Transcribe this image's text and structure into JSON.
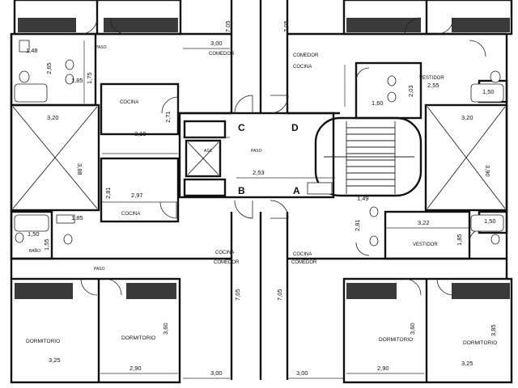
{
  "plan": {
    "points": {
      "a": "A",
      "b": "B",
      "c": "C",
      "d": "D"
    },
    "rooms": {
      "paso_top": "PASO",
      "comedor_tl": "COMEDOR",
      "comedor_tr": "COMEDOR",
      "cocina_tr": "COCINA",
      "cocina_l1": "COCINA",
      "cocina_l2": "COCINA",
      "vestidor_r1": "VESTIDOR",
      "vestidor_r2": "VESTIDOR",
      "paso_center": "PASO",
      "paso_bottom": "PASO",
      "bano": "BAÑO",
      "cocina_bl": "COCINA",
      "comedor_bl": "COMEDOR",
      "cocina_br": "COCINA",
      "comedor_br": "COMEDOR",
      "dorm_1": "DORMITORIO",
      "dorm_2": "DORMITORIO",
      "dorm_3": "DORMITORIO",
      "dorm_4": "DORMITORIO",
      "asc": "ASC"
    },
    "dims": {
      "d148": "1,48",
      "d265": "2,65",
      "d185a": "1,85",
      "d175": "1,75",
      "d300a": "3,00",
      "d705a": "7,05",
      "d705b": "7,05",
      "d160": "1,60",
      "d203": "2,03",
      "d255": "2,55",
      "d150a": "1,50",
      "d320a": "3,20",
      "d388": "3,88",
      "d271": "2,71",
      "d319": "3,19",
      "d320b": "3,20",
      "d390": "3,90",
      "d253": "2,53",
      "d281a": "2,81",
      "d297": "2,97",
      "d149": "1,49",
      "d281b": "2,81",
      "d322": "3,22",
      "d150b": "1,50",
      "d150c": "1,50",
      "d155": "1,55",
      "d185b": "1,85",
      "d185c": "1,85",
      "d705c": "7,05",
      "d705d": "7,05",
      "d360a": "3,60",
      "d360b": "3,60",
      "d385": "3,85",
      "d325a": "3,25",
      "d290a": "2,90",
      "d300b": "3,00",
      "d300c": "3,00",
      "d290b": "2,90",
      "d325b": "3,25"
    }
  }
}
